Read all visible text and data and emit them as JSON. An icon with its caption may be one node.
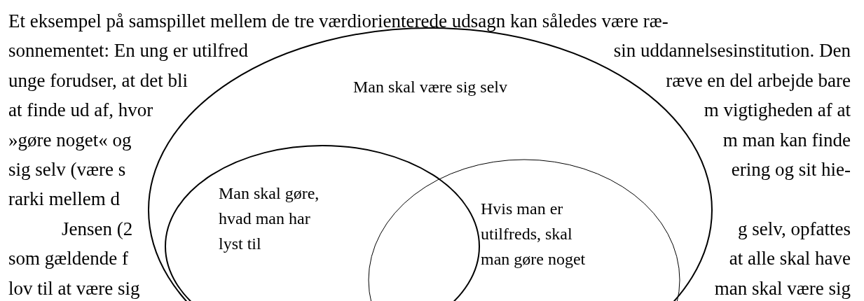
{
  "diagram": {
    "nodes": [
      {
        "text": [
          "Man skal være sig selv"
        ]
      },
      {
        "text": [
          "Man skal gøre, hvad man har lyst til"
        ],
        "in": 0
      },
      {
        "text": [
          "Hvis man er utilfreds, skal man gøre noget"
        ],
        "in": 0
      }
    ],
    "labels": [
      "Et eksempel på samspillet mellem de tre værdiorienterede udsagn kan således være ræ-",
      "sonnementet: En ung er utilfred",
      "sin uddannelsesinstitution. Den",
      "unge forudser, at det bli",
      "ræve en del arbejde bare",
      "at finde ud af, hvor",
      "m vigtigheden af at",
      "»gøre noget« og",
      "m man kan finde",
      "sig selv (være s",
      "ering og sit hie-",
      "rarki mellem d",
      "Jensen (2",
      "g selv, opfattes",
      "som gældende f",
      "at alle skal have",
      "lov til at være sig",
      "man skal være sig"
    ]
  }
}
